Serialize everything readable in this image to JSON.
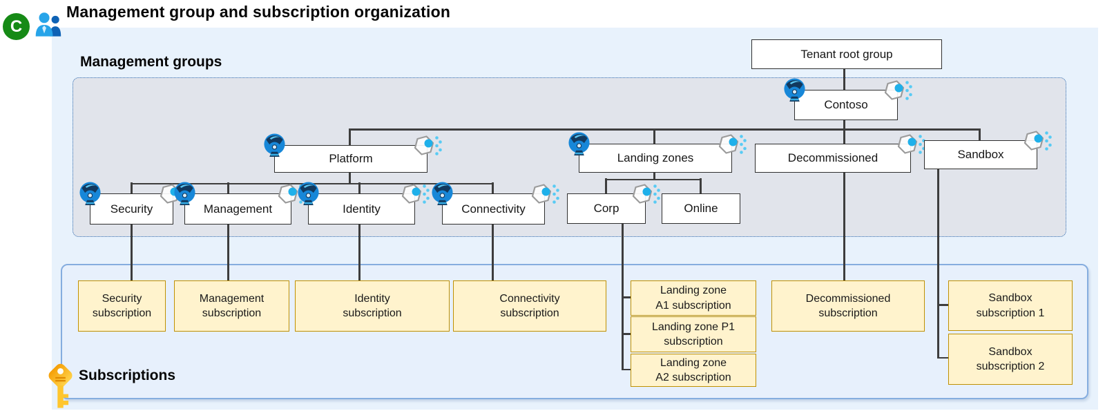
{
  "badge": {
    "letter": "C"
  },
  "header": {
    "title": "Management group and subscription organization"
  },
  "legend": {
    "management_groups": "Management groups",
    "subscriptions": "Subscriptions"
  },
  "nodes": {
    "tenant_root": {
      "label": "Tenant root group"
    },
    "contoso": {
      "label": "Contoso"
    },
    "platform": {
      "label": "Platform"
    },
    "landing_zones": {
      "label": "Landing zones"
    },
    "decommissioned": {
      "label": "Decommissioned"
    },
    "sandbox": {
      "label": "Sandbox"
    },
    "security": {
      "label": "Security"
    },
    "management": {
      "label": "Management"
    },
    "identity": {
      "label": "Identity"
    },
    "connectivity": {
      "label": "Connectivity"
    },
    "corp": {
      "label": "Corp"
    },
    "online": {
      "label": "Online"
    }
  },
  "subscriptions": {
    "security": {
      "label": "Security\nsubscription"
    },
    "management": {
      "label": "Management\nsubscription"
    },
    "identity": {
      "label": "Identity\nsubscription"
    },
    "connectivity": {
      "label": "Connectivity\nsubscription"
    },
    "landing_zone_a1": {
      "label": "Landing zone\nA1 subscription"
    },
    "landing_zone_p1": {
      "label": "Landing zone P1\nsubscription"
    },
    "landing_zone_a2": {
      "label": "Landing zone\nA2 subscription"
    },
    "decommissioned": {
      "label": "Decommissioned\nsubscription"
    },
    "sandbox_1": {
      "label": "Sandbox\nsubscription 1"
    },
    "sandbox_2": {
      "label": "Sandbox\nsubscription 2"
    }
  },
  "icons": {
    "c_badge": "green-letter-badge",
    "people_icon": "two-users",
    "management_group_icon": "blue-management-group-badge",
    "policy_icon": "hexagon-policy-badge",
    "key_icon": "yellow-subscription-key"
  },
  "colors": {
    "outer_bg": "#E8F2FC",
    "management_groups_bg": "#E1E4EB",
    "management_groups_border": "#2F6DB4",
    "subscriptions_bg": "#E7F0FC",
    "subscriptions_border": "#85ADDF",
    "node_border": "#2E2E2E",
    "subscription_box_bg": "#FFF3CD",
    "subscription_box_border": "#BF9000",
    "connector": "#3D3D3D",
    "badge_green": "#168A16",
    "icon_blue": "#1787D8",
    "icon_cyan": "#1FB0EA",
    "key_yellow": "#FFC62E"
  }
}
